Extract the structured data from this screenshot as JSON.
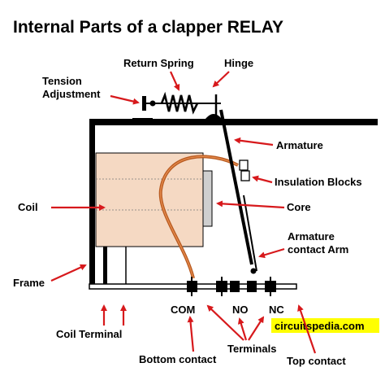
{
  "title": "Internal Parts of a clapper RELAY",
  "labels": {
    "return_spring": "Return Spring",
    "hinge": "Hinge",
    "tension_line1": "Tension",
    "tension_line2": "Adjustment",
    "armature": "Armature",
    "insulation_blocks": "Insulation Blocks",
    "coil": "Coil",
    "core": "Core",
    "armature_contact_line1": "Armature",
    "armature_contact_line2": "contact Arm",
    "frame": "Frame",
    "com": "COM",
    "no": "NO",
    "nc": "NC",
    "coil_terminal": "Coil Terminal",
    "terminals": "Terminals",
    "bottom_contact": "Bottom contact",
    "top_contact": "Top contact"
  },
  "watermark": "circuitspedia.com",
  "colors": {
    "arrow": "#d7191c",
    "coil_fill": "#f5d9c3",
    "core_fill": "#cfcfcf",
    "wire": "#b85a20",
    "watermark_bg": "#ffff00",
    "line": "#000000"
  },
  "icons": [
    "arrow-icon",
    "spring-icon",
    "hinge-icon",
    "screw-icon"
  ]
}
